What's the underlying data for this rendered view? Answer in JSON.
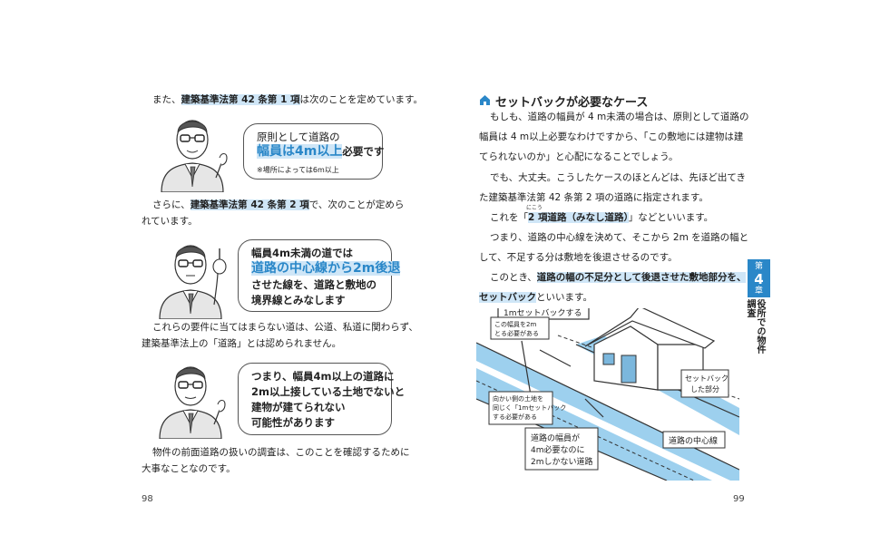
{
  "left_page": {
    "p1": [
      "また、",
      "建築基準法第 42 条第 1 項",
      "は次のことを定めています。"
    ],
    "bubble1": {
      "line1": "原則として道路の",
      "line2_hl": "幅員は4m以上",
      "line2_rest": "必要です",
      "note": "※場所によっては6m以上"
    },
    "p2_line1": [
      "さらに、",
      "建築基準法第 42 条第 2 項",
      "で、次のことが定めら"
    ],
    "p2_line2": "れています。",
    "bubble2": {
      "line1": "幅員4m未満の道では",
      "line2_hl": "道路の中心線から2m後退",
      "line3": "させた線を、道路と敷地の",
      "line4": "境界線とみなします"
    },
    "p3_line1": "これらの要件に当てはまらない道は、公道、私道に関わらず、",
    "p3_line2": "建築基準法上の「道路」とは認められません。",
    "bubble3": {
      "line1": "つまり、幅員4m以上の道路に",
      "line2": "2m以上接している土地でないと",
      "line3": "建物が建てられない",
      "line4": "可能性があります"
    },
    "p4_line1": "物件の前面道路の扱いの調査は、このことを確認するために",
    "p4_line2": "大事なことなのです。",
    "page_number": "98"
  },
  "right_page": {
    "heading": "セットバックが必要なケース",
    "lines": [
      "もしも、道路の幅員が 4 m未満の場合は、原則として道路の",
      "幅員は 4 m以上必要なわけですから、「この敷地には建物は建",
      "てられないのか」と心配になることでしょう。",
      "でも、大丈夫。こうしたケースのほとんどは、先ほど出てき",
      "た建築基準法第 42 条第 2 項の道路に指定されます。"
    ],
    "line6": [
      "これを「",
      "2 項道路（みなし道路）",
      "」などといいます。"
    ],
    "furigana": "にこう",
    "line7": "つまり、道路の中心線を決めて、そこから 2m を道路の幅と",
    "line8": "して、不足する分は敷地を後退させるのです。",
    "line9": [
      "このとき、",
      "道路の幅の不足分として後退させた敷地部分を、"
    ],
    "line10": [
      "セットバック",
      "といいます。"
    ],
    "illustration": {
      "label_setback": "1mセットバックする",
      "label_width_short": [
        "この幅員を2m",
        "とる必要がある"
      ],
      "label_opposite": [
        "向かい側の土地を",
        "同じく「1mセットバック",
        "する必要がある"
      ],
      "label_road": [
        "道路の幅員が",
        "4m必要なのに",
        "2mしかない道路"
      ],
      "label_center": "道路の中心線",
      "label_setback_area": [
        "セットバック",
        "した部分"
      ]
    },
    "chapter_tab": {
      "prefix": "第",
      "number": "4",
      "suffix": "章",
      "title": "役所での物件調査"
    },
    "page_number": "99"
  },
  "colors": {
    "accent": "#2a87c8",
    "highlight": "#cfe6f7",
    "road_blue": "#9dd0ee"
  }
}
